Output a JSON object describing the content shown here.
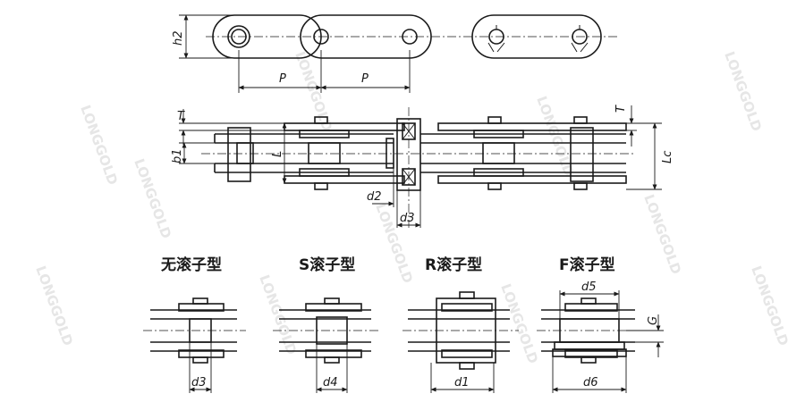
{
  "watermark": "LONGGOLD",
  "labels": {
    "h2": "h2",
    "P1": "P",
    "P2": "P",
    "T_left": "T",
    "T_right": "T",
    "b1": "b1",
    "L": "L",
    "Lc": "Lc",
    "d2": "d2",
    "d3": "d3"
  },
  "variants": [
    {
      "title": "无滚子型",
      "dim": "d3"
    },
    {
      "title": "S滚子型",
      "dim": "d4"
    },
    {
      "title": "R滚子型",
      "dim": "d1"
    },
    {
      "title": "F滚子型",
      "dim": "d6",
      "extra_dims": [
        "d5",
        "G"
      ]
    }
  ]
}
